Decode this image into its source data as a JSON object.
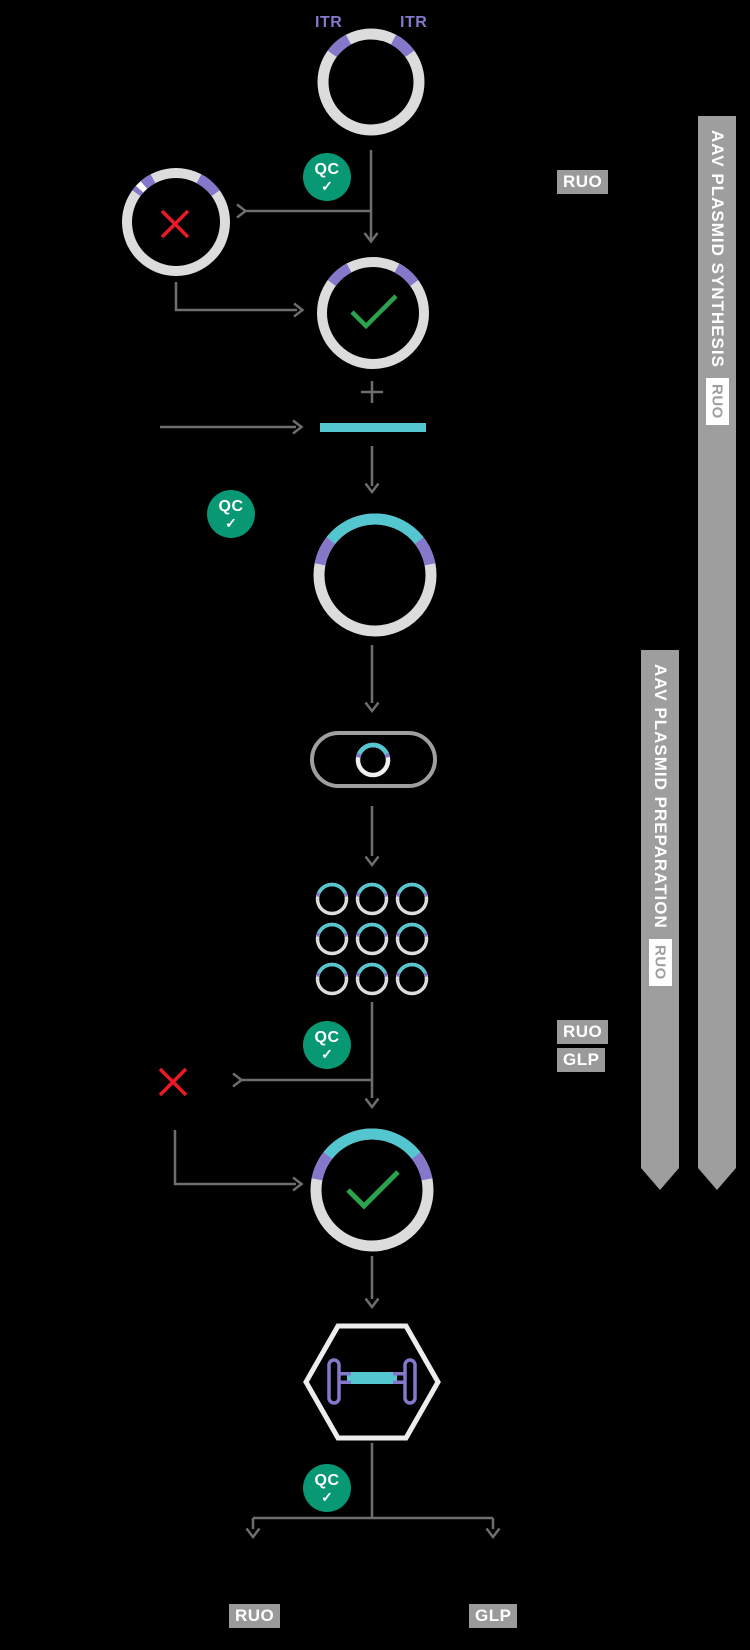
{
  "labels": {
    "itr_left": "ITR",
    "itr_right": "ITR"
  },
  "qc_badge": {
    "label": "QC",
    "check": "✓"
  },
  "stage_tags": {
    "synthesis_ruo": "RUO",
    "preparation_ruo": "RUO",
    "preparation_glp": "GLP",
    "output_ruo": "RUO",
    "output_glp": "GLP"
  },
  "banners": {
    "synthesis": {
      "label": "AAV PLASMID SYNTHESIS",
      "tag": "RUO"
    },
    "preparation": {
      "label": "AAV PLASMID PREPARATION",
      "tag": "RUO"
    }
  },
  "colors": {
    "background": "#000000",
    "ring_gray": "#dcdcdc",
    "purple": "#8577ca",
    "cyan": "#53c6d0",
    "qc_green": "#089974",
    "check_green": "#2ba24e",
    "fail_red": "#ec1b23",
    "line_gray": "#6e6e6e",
    "banner_gray": "#9e9e9e",
    "badge_gray": "#9a9a9a",
    "hexagon_white": "#ededed",
    "pill_gray": "#9f9f9f"
  }
}
